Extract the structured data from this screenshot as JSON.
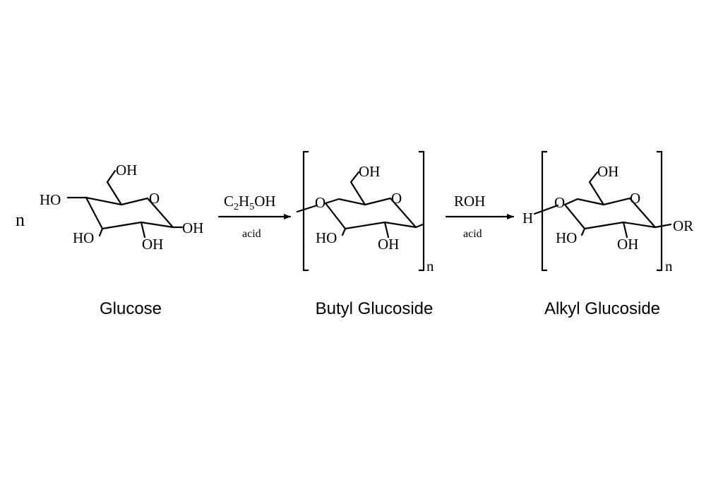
{
  "coefficient": "n",
  "glucose": {
    "caption": "Glucose",
    "atoms": {
      "top_oh": "OH",
      "ring_o": "O",
      "c4_ho": "HO",
      "c3_ho": "HO",
      "c2_oh": "OH",
      "c1_oh": "OH"
    }
  },
  "step1": {
    "reagent_c": "C",
    "reagent_sub1": "2",
    "reagent_h": "H",
    "reagent_sub2": "5",
    "reagent_oh": "OH",
    "condition": "acid"
  },
  "butyl": {
    "caption": "Butyl Glucoside",
    "atoms": {
      "top_oh": "OH",
      "ring_o": "O",
      "link_o": "O",
      "c3_ho": "HO",
      "c2_oh": "OH"
    },
    "repeat": "n"
  },
  "step2": {
    "reagent": "ROH",
    "condition": "acid"
  },
  "alkyl": {
    "caption": "Alkyl Glucoside",
    "atoms": {
      "end_h": "H",
      "top_oh": "OH",
      "ring_o": "O",
      "link_o": "O",
      "c3_ho": "HO",
      "c2_oh": "OH",
      "end_or": "OR"
    },
    "repeat": "n"
  }
}
